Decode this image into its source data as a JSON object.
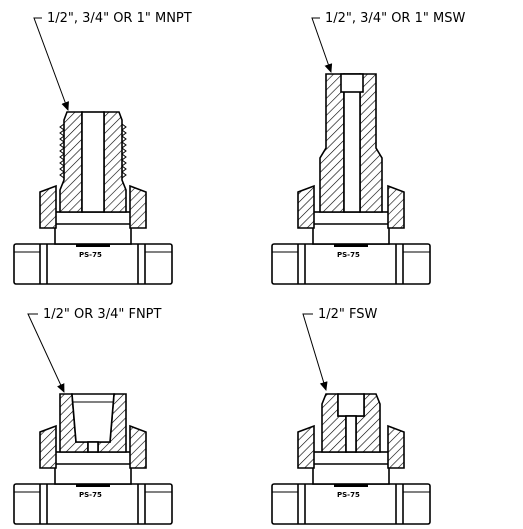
{
  "fittings": [
    {
      "label": "1/2\", 3/4\" OR 1\" MNPT"
    },
    {
      "label": "1/2\", 3/4\" OR 1\" MSW"
    },
    {
      "label": "1/2\" OR 3/4\" FNPT"
    },
    {
      "label": "1/2\" FSW"
    }
  ],
  "base_tag": "PS-75"
}
